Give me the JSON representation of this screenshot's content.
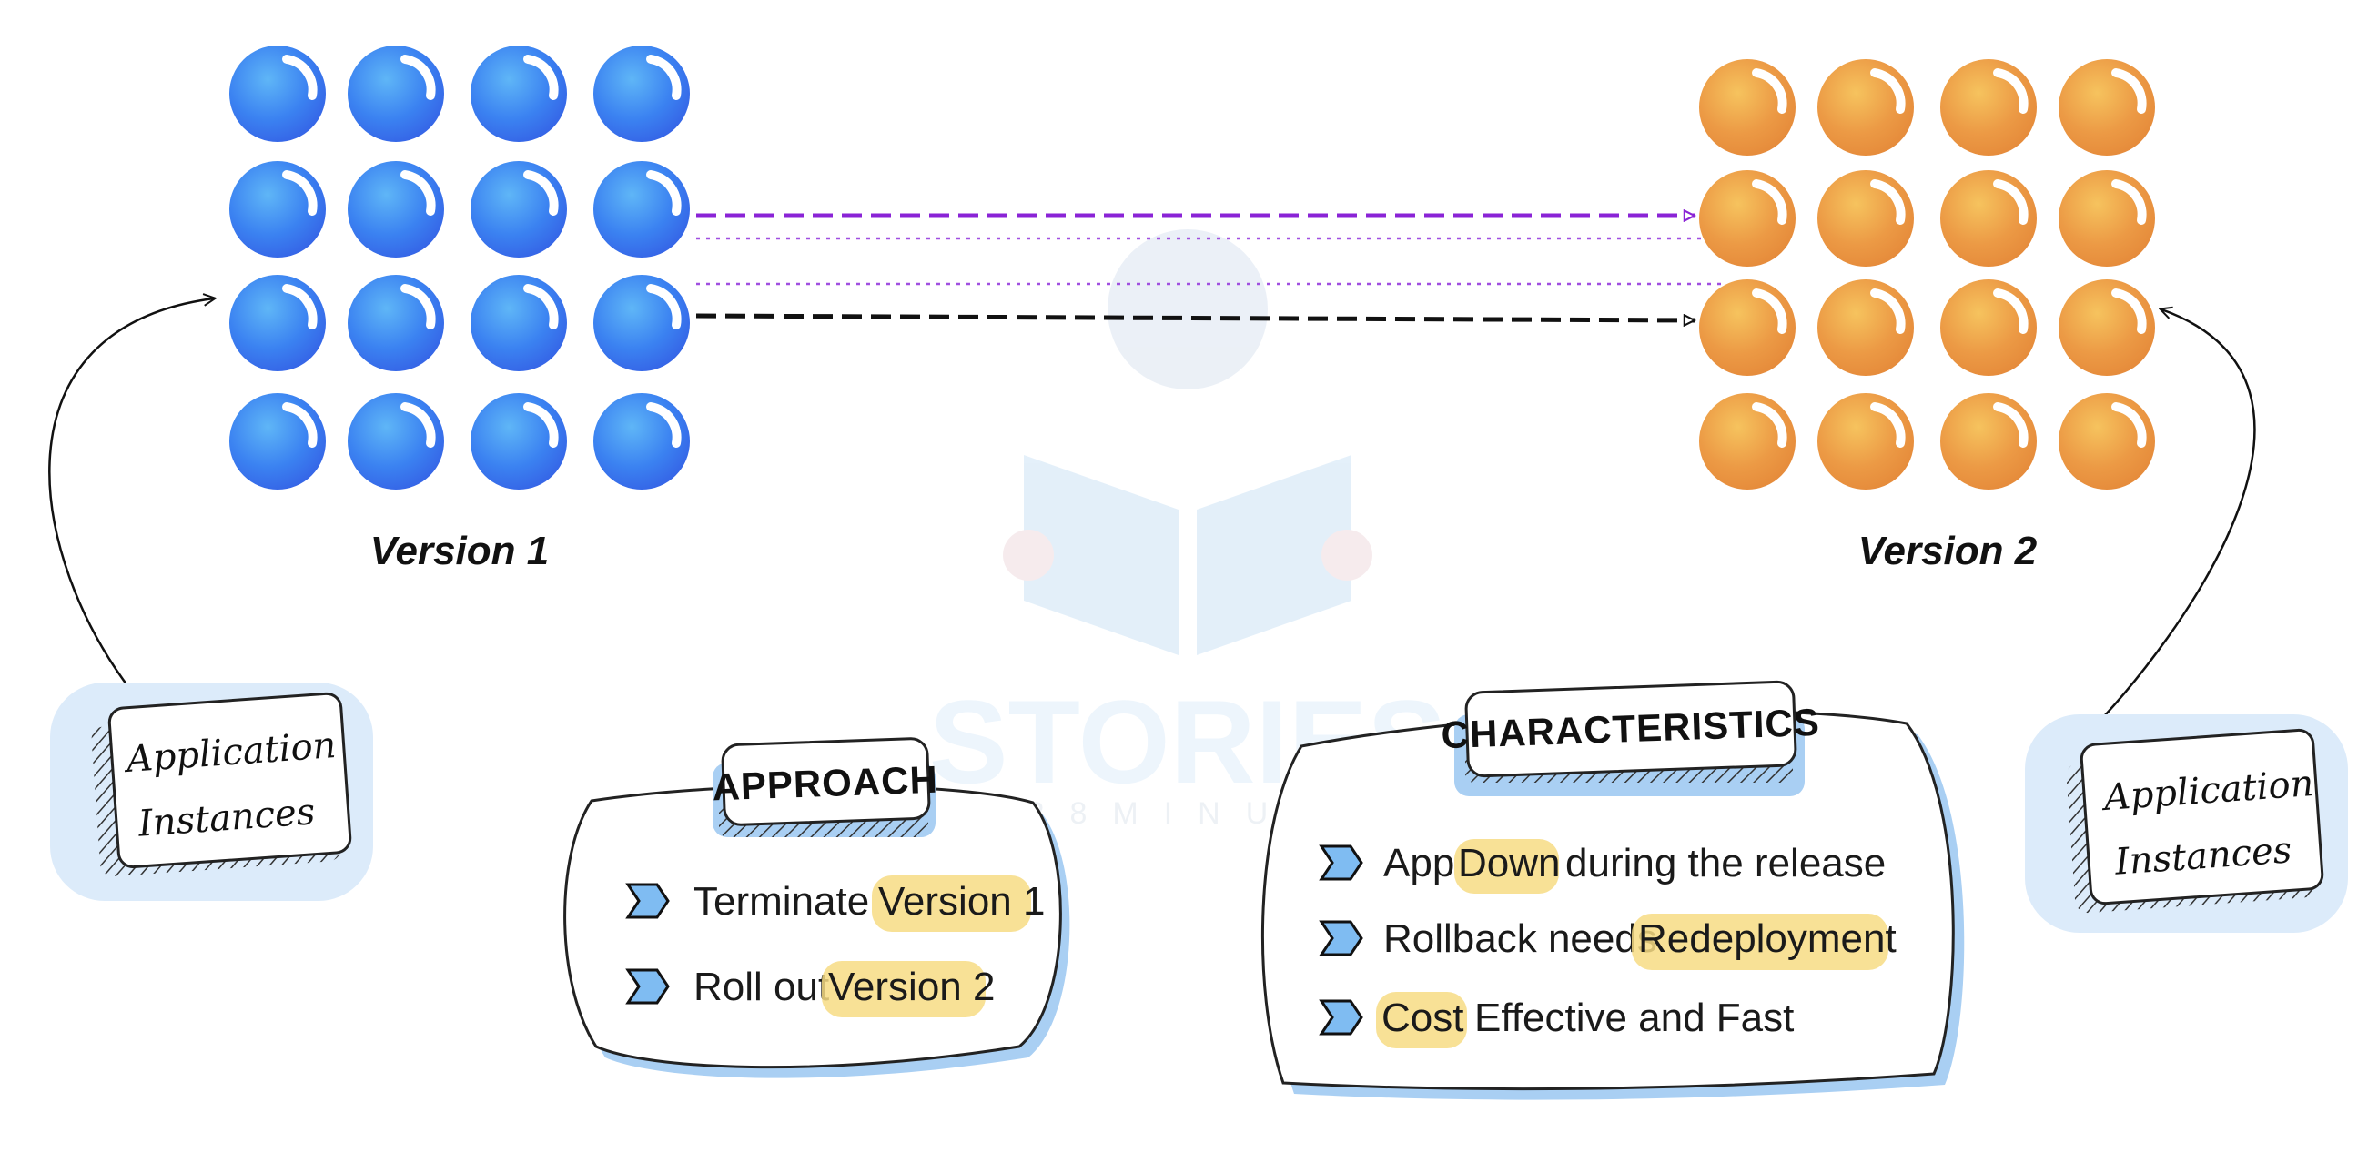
{
  "version1": {
    "label": "Version 1"
  },
  "version2": {
    "label": "Version 2"
  },
  "app_instances_left": {
    "line1": "Application",
    "line2": "Instances"
  },
  "app_instances_right": {
    "line1": "Application",
    "line2": "Instances"
  },
  "approach": {
    "heading": "APPROACH",
    "items": [
      {
        "plain": "Terminate",
        "highlight": "Version 1"
      },
      {
        "plain": "Roll out",
        "highlight": "Version 2"
      }
    ]
  },
  "characteristics": {
    "heading": "CHARACTERISTICS",
    "items": [
      {
        "pre": "App",
        "highlight": "Down",
        "post": "during the release"
      },
      {
        "pre": "Rollback needs",
        "highlight": "Redeployment",
        "post": ""
      },
      {
        "pre": "",
        "highlight": "Cost",
        "post": "Effective and Fast"
      }
    ]
  },
  "watermark": {
    "title": "STORIES",
    "subtitle": "IN28MINUTES"
  },
  "colors": {
    "blue_instance": "#3d7ff0",
    "orange_instance": "#eb9a43",
    "purple_arrow": "#8a23d6",
    "black_arrow": "#111111",
    "highlight": "#f7dc84",
    "box_shadow": "#a9cff3"
  }
}
